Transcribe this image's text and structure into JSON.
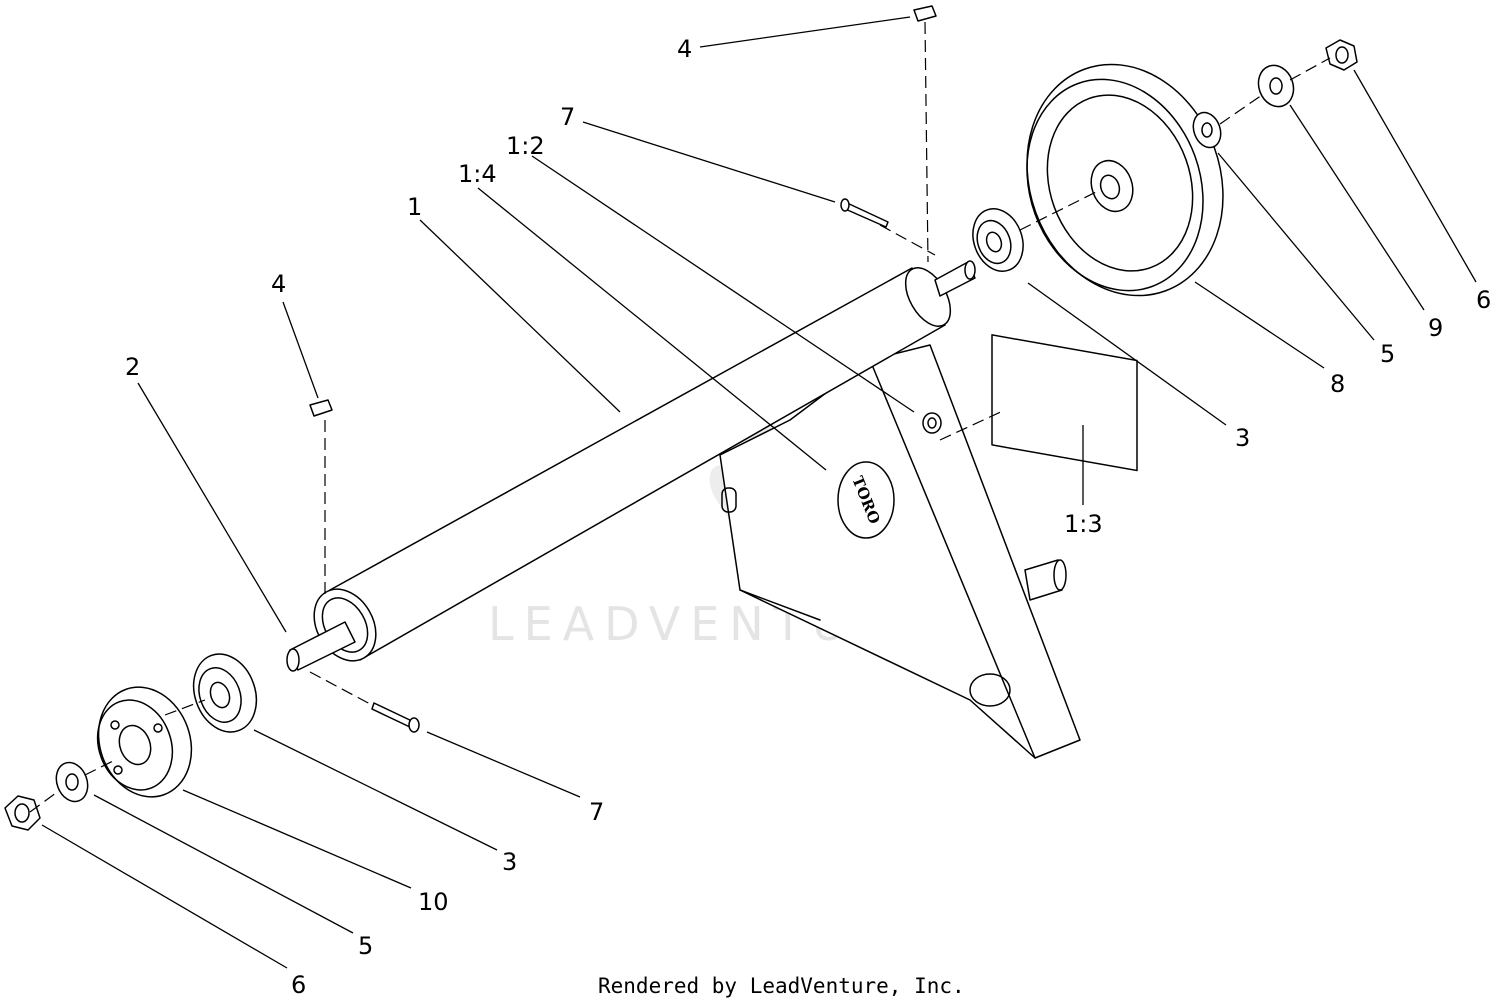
{
  "callouts": {
    "c1": "1",
    "c1_2": "1:2",
    "c1_3": "1:3",
    "c1_4": "1:4",
    "c2": "2",
    "c3_right": "3",
    "c3_left": "3",
    "c4_top": "4",
    "c4_left": "4",
    "c5_right": "5",
    "c5_left": "5",
    "c6_right": "6",
    "c6_left": "6",
    "c7_top": "7",
    "c7_bottom": "7",
    "c8": "8",
    "c9": "9",
    "c10": "10"
  },
  "logo_text": "TORO",
  "watermark": "LEADVENTURE",
  "footer": "Rendered by LeadVenture, Inc."
}
